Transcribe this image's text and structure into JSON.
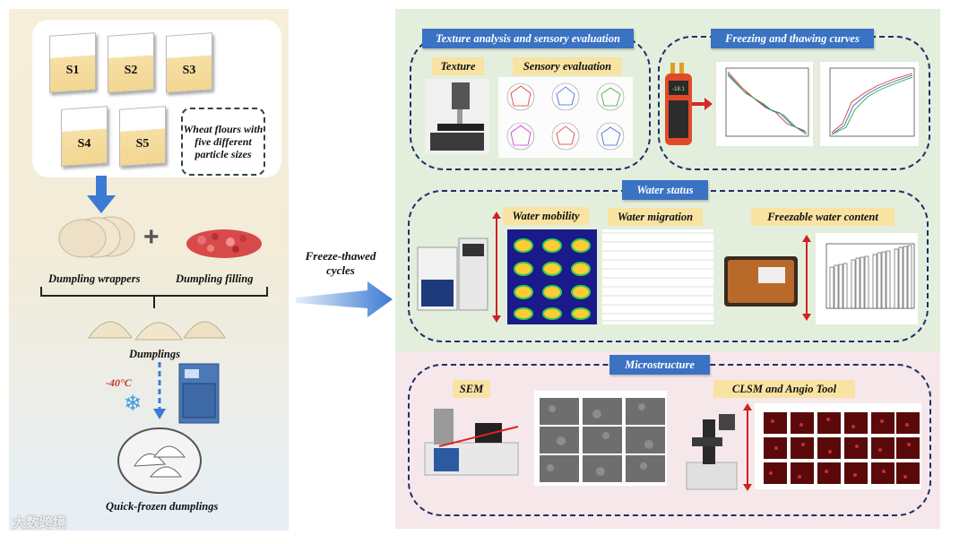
{
  "left": {
    "samples": [
      "S1",
      "S2",
      "S3",
      "S4",
      "S5"
    ],
    "flour_note": "Wheat flours with five different particle sizes",
    "dumpling_wrappers": "Dumpling wrappers",
    "dumpling_filling": "Dumpling filling",
    "plus": "+",
    "dumplings": "Dumplings",
    "temperature": "-40°C",
    "quick_frozen": "Quick-frozen dumplings"
  },
  "center": {
    "process_label": "Freeze-thawed cycles"
  },
  "right": {
    "texture_section": {
      "title": "Texture analysis and sensory evaluation",
      "texture": "Texture",
      "sensory": "Sensory evaluation"
    },
    "freezing_section": {
      "title": "Freezing and thawing curves",
      "meter_reading": "-18.1"
    },
    "water_section": {
      "title": "Water status",
      "mobility": "Water mobility",
      "migration": "Water migration",
      "freezable": "Freezable water content"
    },
    "micro_section": {
      "title": "Microstructure",
      "sem": "SEM",
      "clsm": "CLSM and Angio Tool"
    }
  },
  "watermark": "大数跨境",
  "colors": {
    "tab_blue": "#3a72c4",
    "label_yellow": "#f8e3a3",
    "dash_navy": "#1f2f6a",
    "arrow_blue": "#3b7bd4"
  }
}
